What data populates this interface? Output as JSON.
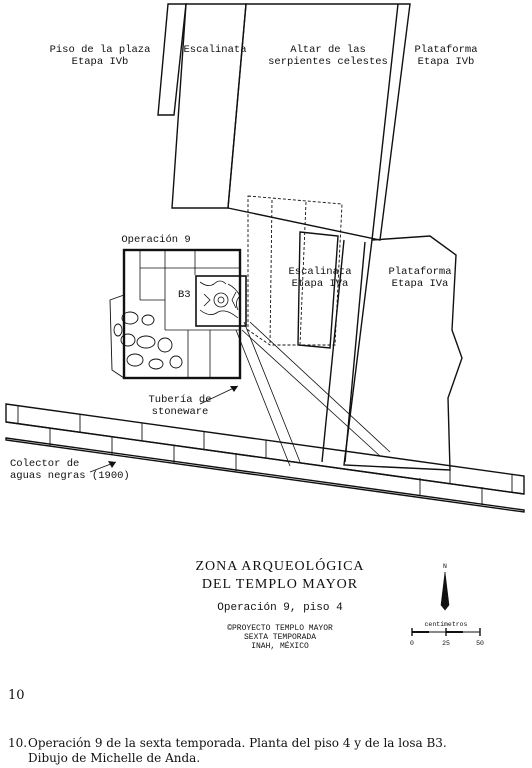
{
  "plan": {
    "labels": {
      "piso_plaza": [
        "Piso de la plaza",
        "Etapa IVb"
      ],
      "escalinata_top": [
        "Escalinata"
      ],
      "altar": [
        "Altar de las",
        "serpientes celestes"
      ],
      "plataforma_top": [
        "Plataforma",
        "Etapa IVb"
      ],
      "operacion": [
        "Operación 9"
      ],
      "b3": [
        "B3"
      ],
      "escalinata_iva": [
        "Escalinata",
        "Etapa IVa"
      ],
      "plataforma_iva": [
        "Plataforma",
        "Etapa IVa"
      ],
      "tuberia": [
        "Tubería de",
        "stoneware"
      ],
      "colector": [
        "Colector de",
        "aguas negras (1900)"
      ]
    },
    "title_block": {
      "line1": "ZONA ARQUEOLÓGICA",
      "line2": "DEL TEMPLO MAYOR",
      "subtitle": "Operación 9, piso 4",
      "credits": [
        "©PROYECTO TEMPLO MAYOR",
        "SEXTA TEMPORADA",
        "INAH, MÉXICO"
      ]
    },
    "north": "N",
    "scale": {
      "label": "centímetros",
      "ticks": [
        "0",
        "25",
        "50"
      ]
    }
  },
  "page_number": "10",
  "caption": {
    "number": "10.",
    "lines": [
      "Operación 9 de la sexta temporada. Planta del piso 4 y de la losa B3.",
      "Dibujo de Michelle de Anda."
    ]
  }
}
